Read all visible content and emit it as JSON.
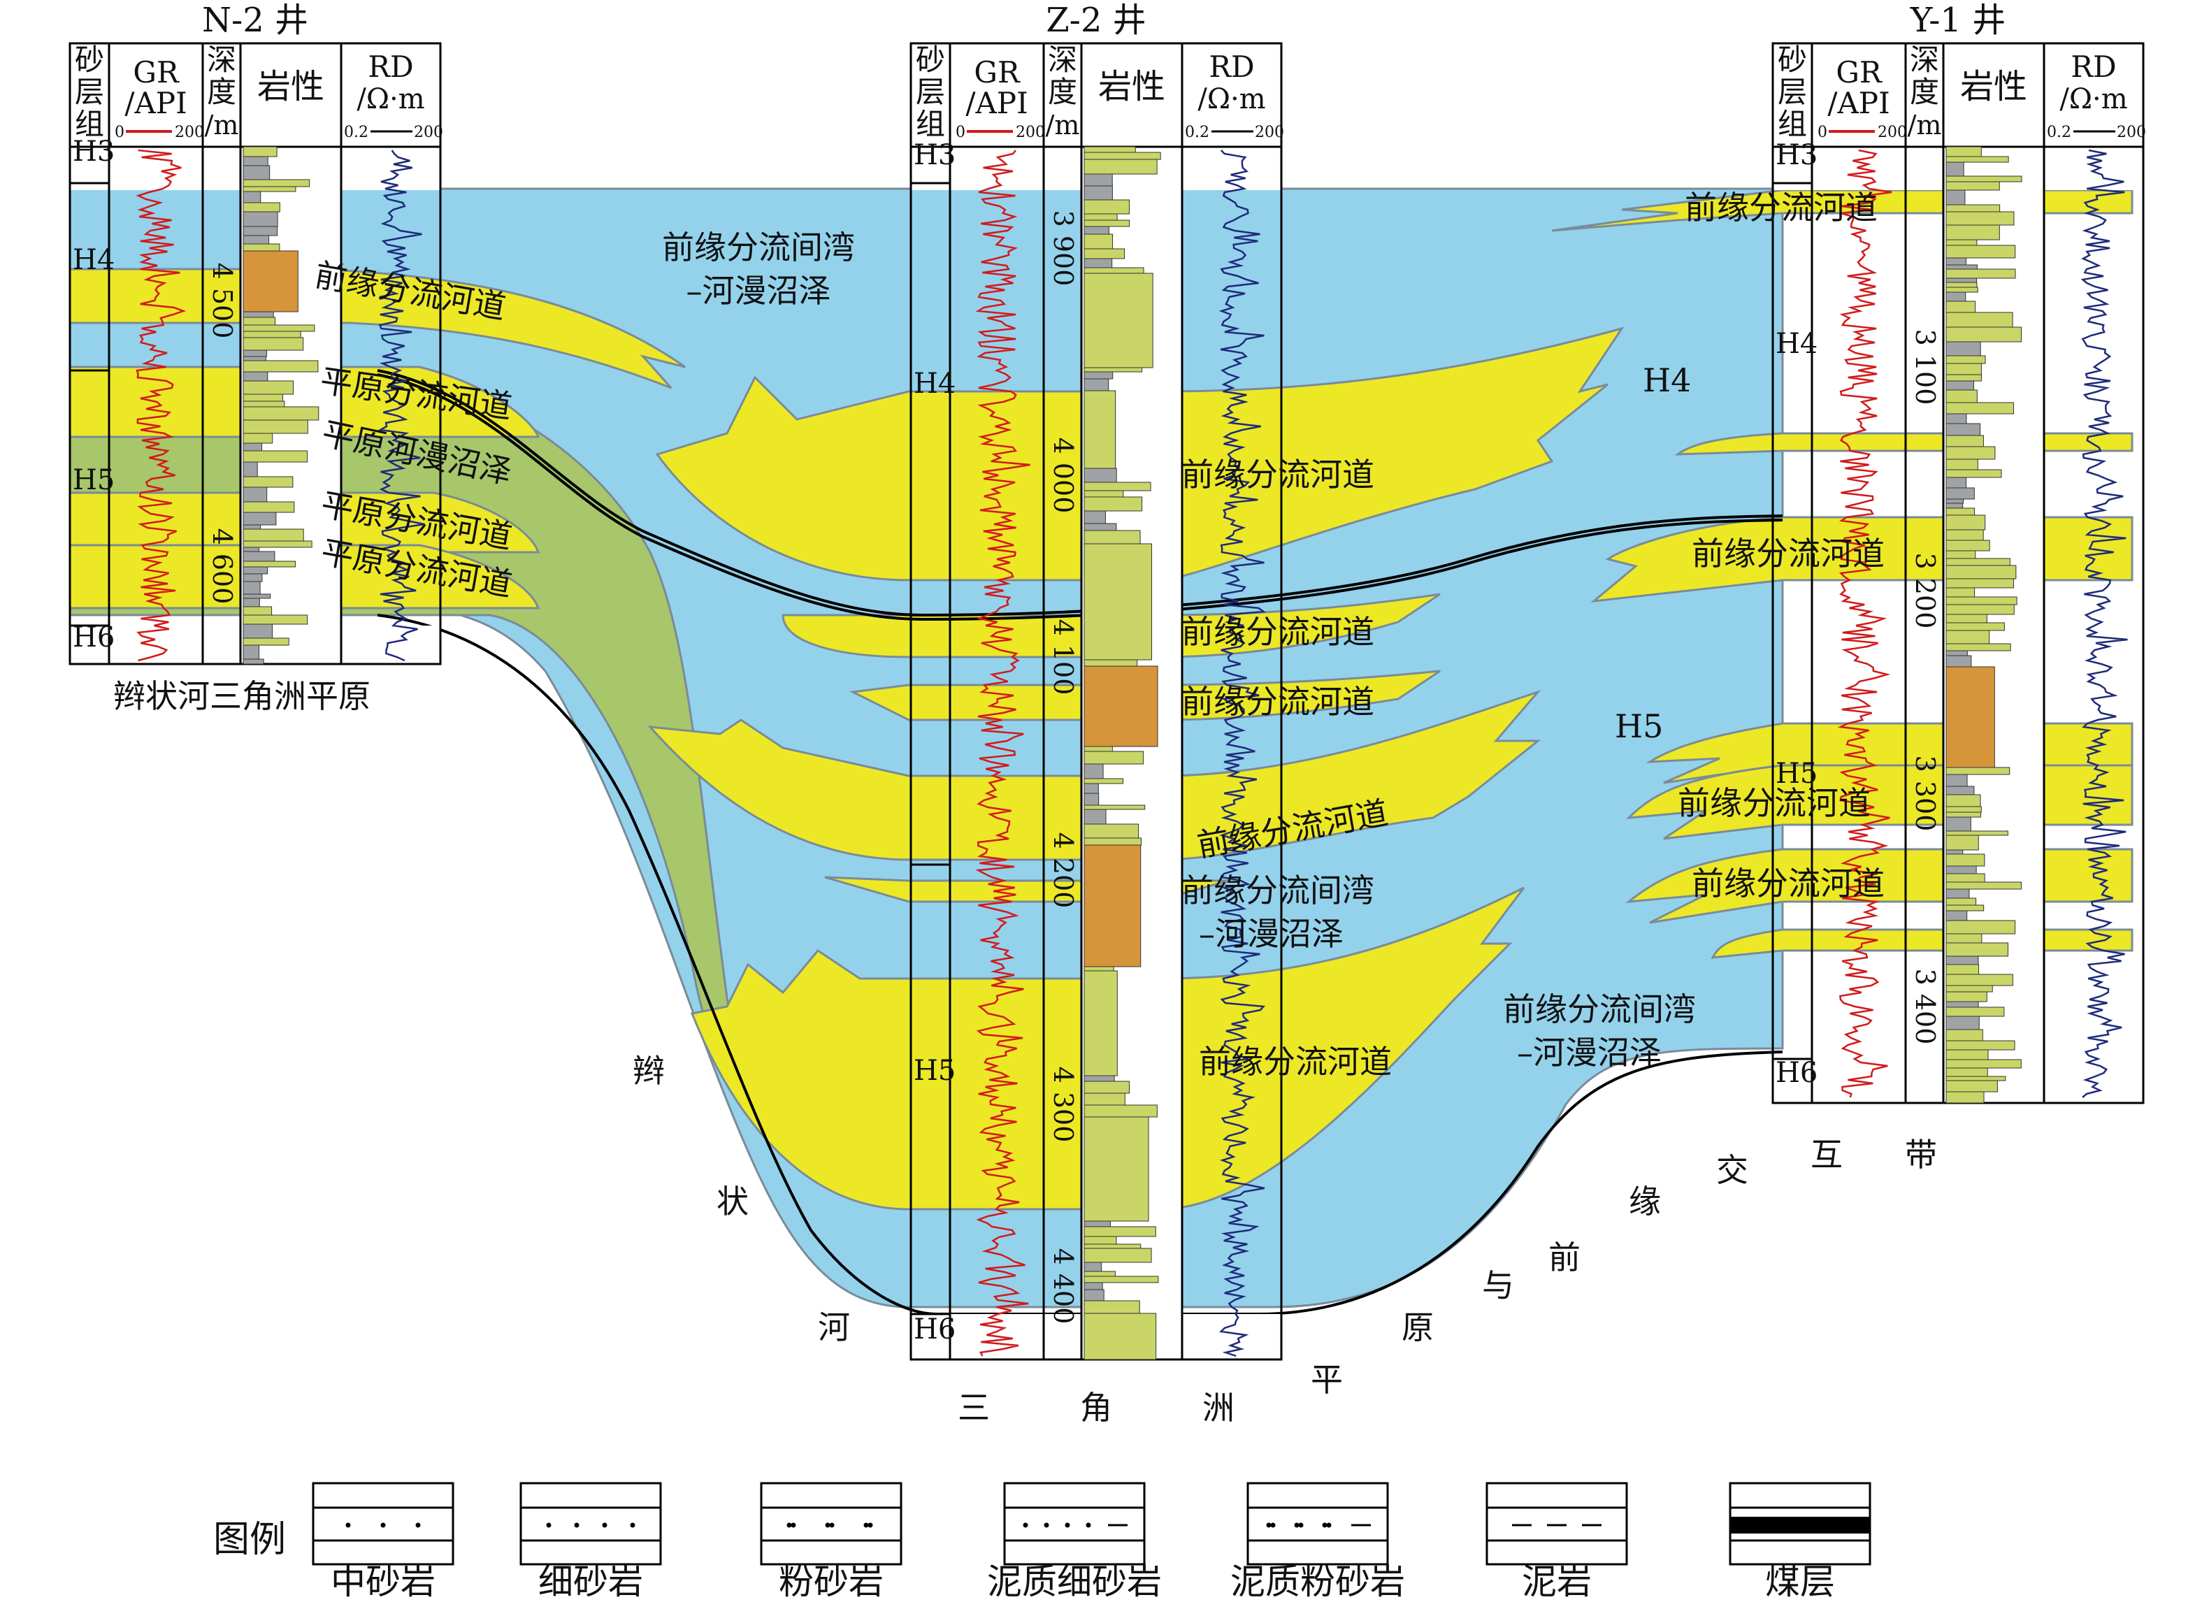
{
  "colors": {
    "sand": "#ece826",
    "water": "#94d2ec",
    "plain": "#a7c76a",
    "boundary": "#7a8b98",
    "gr": "#d11a1a",
    "rd": "#1e2a7a",
    "lith_sand": "#c9d667",
    "lith_grey": "#9fa3a6",
    "lith_orange": "#d6953a",
    "lith_salmon": "#f0a38a"
  },
  "wells": [
    {
      "title": "N-2 井",
      "header": {
        "zone": "砂层组",
        "gr": "GR",
        "gr_unit": "/API",
        "gr_scale_lo": "0",
        "gr_scale_hi": "200",
        "depth": "深度/m",
        "lith": "岩性",
        "rd": "RD",
        "rd_unit": "/Ω·m",
        "rd_scale_lo": "0.2",
        "rd_scale_hi": "200"
      },
      "zones": [
        "H3",
        "H4",
        "H5",
        "H6"
      ],
      "depth_ticks": [
        "4 500",
        "4 600"
      ]
    },
    {
      "title": "Z-2 井",
      "header": {
        "zone": "砂层组",
        "gr": "GR",
        "gr_unit": "/API",
        "gr_scale_lo": "0",
        "gr_scale_hi": "200",
        "depth": "深度/m",
        "lith": "岩性",
        "rd": "RD",
        "rd_unit": "/Ω·m",
        "rd_scale_lo": "0.2",
        "rd_scale_hi": "200"
      },
      "zones": [
        "H3",
        "H4",
        "H5",
        "H6"
      ],
      "depth_ticks": [
        "3 900",
        "4 000",
        "4 100",
        "4 200",
        "4 300",
        "4 400"
      ]
    },
    {
      "title": "Y-1 井",
      "header": {
        "zone": "砂层组",
        "gr": "GR",
        "gr_unit": "/API",
        "gr_scale_lo": "0",
        "gr_scale_hi": "200",
        "depth": "深度/m",
        "lith": "岩性",
        "rd": "RD",
        "rd_unit": "/Ω·m",
        "rd_scale_lo": "0.2",
        "rd_scale_hi": "200"
      },
      "zones": [
        "H3",
        "H4",
        "H5",
        "H6"
      ],
      "depth_ticks": [
        "3 100",
        "3 200",
        "3 300",
        "3 400"
      ]
    }
  ],
  "labels": {
    "front_channel": "前缘分流河道",
    "plain_channel": "平原分流河道",
    "plain_swamp": "平原河漫沼泽",
    "interdist": "前缘分流间湾",
    "swamp": "–河漫沼泽",
    "h4": "H4",
    "h5": "H5",
    "braided_plain": "辫状河三角洲平原",
    "braided_delta_chars": [
      "辫",
      "状",
      "河",
      "三",
      "角",
      "洲",
      "平",
      "原"
    ],
    "transition_chars": [
      "与",
      "前",
      "缘",
      "交",
      "互",
      "带"
    ]
  },
  "legend": {
    "title": "图例",
    "items": [
      {
        "label": "中砂岩",
        "pattern": "medium-sandstone"
      },
      {
        "label": "细砂岩",
        "pattern": "fine-sandstone"
      },
      {
        "label": "粉砂岩",
        "pattern": "siltstone"
      },
      {
        "label": "泥质细砂岩",
        "pattern": "muddy-fine-sandstone"
      },
      {
        "label": "泥质粉砂岩",
        "pattern": "muddy-siltstone"
      },
      {
        "label": "泥岩",
        "pattern": "mudstone"
      },
      {
        "label": "煤层",
        "pattern": "coal"
      }
    ]
  }
}
